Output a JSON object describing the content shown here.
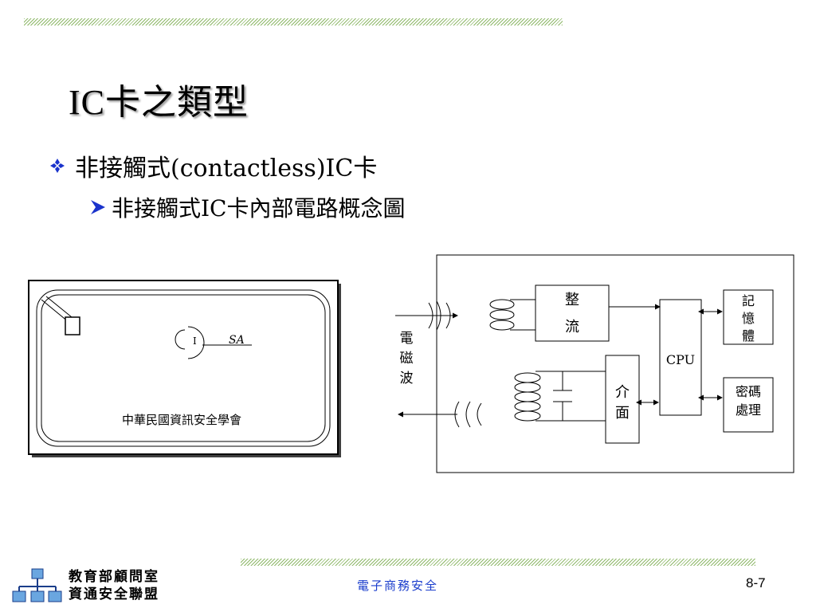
{
  "title": "IC卡之類型",
  "bullet_1": "非接觸式(contactless)IC卡",
  "bullet_2": "非接觸式IC卡內部電路概念圖",
  "card": {
    "logo_text": "SA",
    "logo_letter": "I",
    "org_name": "中華民國資訊安全學會"
  },
  "diagram": {
    "wave_label": [
      "電",
      "磁",
      "波"
    ],
    "rectifier": [
      "整",
      "流"
    ],
    "interface": [
      "介",
      "面"
    ],
    "cpu": "CPU",
    "memory": [
      "記",
      "憶",
      "體"
    ],
    "crypto": [
      "密碼",
      "處理"
    ]
  },
  "footer": {
    "logo_lines": [
      "教育部顧問室",
      "資通安全聯盟"
    ],
    "center_text": "電子商務安全",
    "page_number": "8-7"
  },
  "colors": {
    "accent_blue": "#1a33cc",
    "hatch_green": "#8fb86a",
    "footer_blue": "#1a3dcc"
  }
}
